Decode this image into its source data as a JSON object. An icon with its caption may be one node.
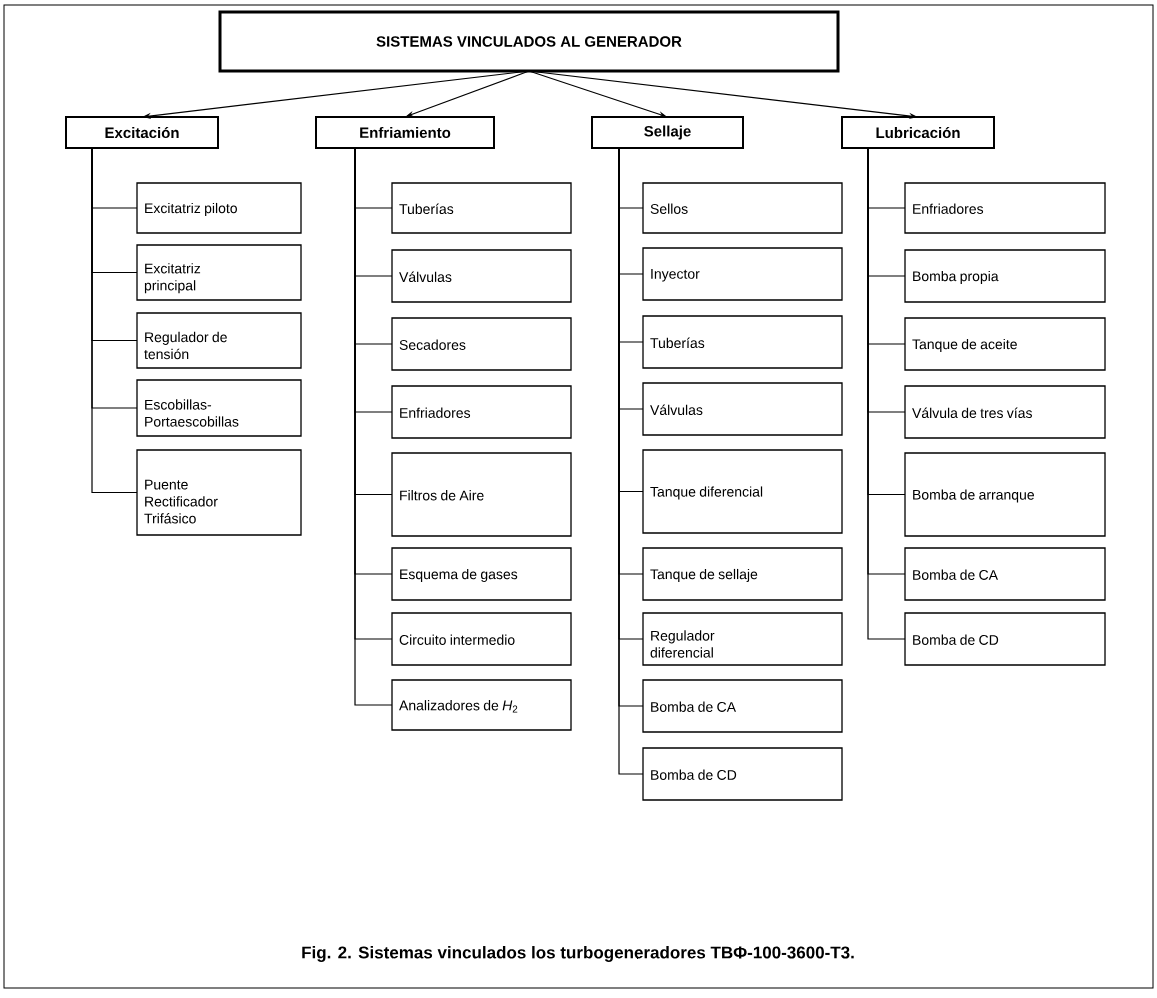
{
  "diagram": {
    "caption": "Fig. 2. Sistemas vinculados los turbogeneradores TBΦ-100-3600-T3.",
    "nodes": [
      {
        "text": [
          "SISTEMAS VINCULADOS AL GENERADOR"
        ]
      },
      {
        "text": [
          "Excitación"
        ]
      },
      {
        "text": [
          "Enfriamiento"
        ]
      },
      {
        "text": [
          "Sellaje"
        ]
      },
      {
        "text": [
          "Lubricación"
        ]
      },
      {
        "text": [
          "Excitatriz piloto"
        ]
      },
      {
        "text": [
          "Excitatriz principal"
        ]
      },
      {
        "text": [
          "Regulador de tensión"
        ]
      },
      {
        "text": [
          "Escobillas-Portaescobillas"
        ]
      },
      {
        "text": [
          "Puente Rectificador Trifásico"
        ]
      },
      {
        "text": [
          "Tuberías"
        ]
      },
      {
        "text": [
          "Válvulas"
        ]
      },
      {
        "text": [
          "Secadores"
        ]
      },
      {
        "text": [
          "Enfriadores"
        ]
      },
      {
        "text": [
          "Filtros de Aire"
        ]
      },
      {
        "text": [
          "Esquema de gases"
        ]
      },
      {
        "text": [
          "Circuito intermedio"
        ]
      },
      {
        "text": [
          "Analizadores de *H*$_{2}$"
        ]
      },
      {
        "text": [
          "Sellos"
        ]
      },
      {
        "text": [
          "Inyector"
        ]
      },
      {
        "text": [
          "Tuberías"
        ]
      },
      {
        "text": [
          "Válvulas"
        ]
      },
      {
        "text": [
          "Tanque diferencial"
        ]
      },
      {
        "text": [
          "Tanque de sellaje"
        ]
      },
      {
        "text": [
          "Regulador diferencial"
        ]
      },
      {
        "text": [
          "Bomba de CA"
        ]
      },
      {
        "text": [
          "Bomba de CD"
        ]
      },
      {
        "text": [
          "Enfriadores"
        ]
      },
      {
        "text": [
          "Bomba propia"
        ]
      },
      {
        "text": [
          "Tanque de aceite"
        ]
      },
      {
        "text": [
          "Válvula de tres vías"
        ]
      },
      {
        "text": [
          "Bomba de arranque"
        ]
      },
      {
        "text": [
          "Bomba de CA"
        ]
      },
      {
        "text": [
          "Bomba de CD"
        ]
      }
    ],
    "edges": [
      {
        "from": 0,
        "to": 1,
        "arrow": "to"
      },
      {
        "from": 0,
        "to": 2,
        "arrow": "to"
      },
      {
        "from": 0,
        "to": 3,
        "arrow": "to"
      },
      {
        "from": 0,
        "to": 4,
        "arrow": "to"
      },
      {
        "from": 1,
        "to": 5,
        "arrow": "none"
      },
      {
        "from": 1,
        "to": 6,
        "arrow": "none"
      },
      {
        "from": 1,
        "to": 7,
        "arrow": "none"
      },
      {
        "from": 1,
        "to": 8,
        "arrow": "none"
      },
      {
        "from": 1,
        "to": 9,
        "arrow": "none"
      },
      {
        "from": 2,
        "to": 10,
        "arrow": "none"
      },
      {
        "from": 2,
        "to": 11,
        "arrow": "none"
      },
      {
        "from": 2,
        "to": 12,
        "arrow": "none"
      },
      {
        "from": 2,
        "to": 13,
        "arrow": "none"
      },
      {
        "from": 2,
        "to": 14,
        "arrow": "none"
      },
      {
        "from": 2,
        "to": 15,
        "arrow": "none"
      },
      {
        "from": 2,
        "to": 16,
        "arrow": "none"
      },
      {
        "from": 2,
        "to": 17,
        "arrow": "none"
      },
      {
        "from": 3,
        "to": 18,
        "arrow": "none"
      },
      {
        "from": 3,
        "to": 19,
        "arrow": "none"
      },
      {
        "from": 3,
        "to": 20,
        "arrow": "none"
      },
      {
        "from": 3,
        "to": 21,
        "arrow": "none"
      },
      {
        "from": 3,
        "to": 22,
        "arrow": "none"
      },
      {
        "from": 3,
        "to": 23,
        "arrow": "none"
      },
      {
        "from": 3,
        "to": 24,
        "arrow": "none"
      },
      {
        "from": 3,
        "to": 25,
        "arrow": "none"
      },
      {
        "from": 3,
        "to": 26,
        "arrow": "none"
      },
      {
        "from": 4,
        "to": 27,
        "arrow": "none"
      },
      {
        "from": 4,
        "to": 28,
        "arrow": "none"
      },
      {
        "from": 4,
        "to": 29,
        "arrow": "none"
      },
      {
        "from": 4,
        "to": 30,
        "arrow": "none"
      },
      {
        "from": 4,
        "to": 31,
        "arrow": "none"
      },
      {
        "from": 4,
        "to": 32,
        "arrow": "none"
      },
      {
        "from": 4,
        "to": 33,
        "arrow": "none"
      }
    ]
  }
}
